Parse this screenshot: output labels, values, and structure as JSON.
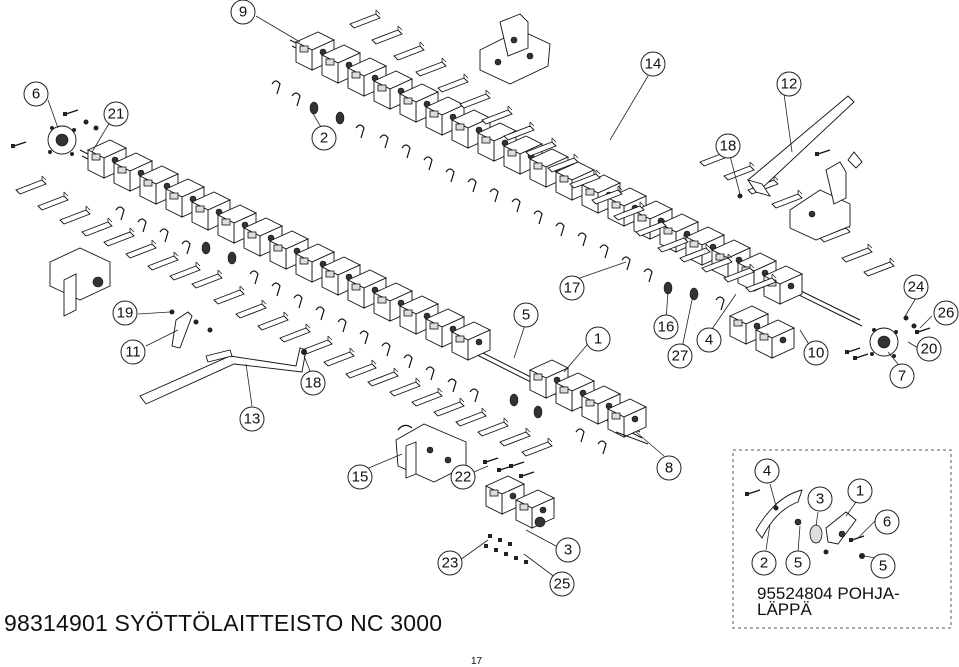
{
  "title": {
    "line": "98314901 SYÖTTÖLAITTEISTO NC 3000"
  },
  "inset": {
    "title_line1": "95524804 POHJA-",
    "title_line2": "LÄPPÄ"
  },
  "page_number": "17",
  "callouts": {
    "c9": "9",
    "c6": "6",
    "c21": "21",
    "c2": "2",
    "c14": "14",
    "c12": "12",
    "c18a": "18",
    "c24": "24",
    "c26": "26",
    "c20": "20",
    "c7": "7",
    "c10": "10",
    "c4": "4",
    "c27": "27",
    "c16": "16",
    "c1": "1",
    "c17": "17",
    "c5": "5",
    "c19": "19",
    "c11": "11",
    "c18b": "18",
    "c13": "13",
    "c15": "15",
    "c22": "22",
    "c8": "8",
    "c23": "23",
    "c3": "3",
    "c25": "25",
    "i4": "4",
    "i3": "3",
    "i1": "1",
    "i6": "6",
    "i2": "2",
    "i5a": "5",
    "i5b": "5"
  }
}
